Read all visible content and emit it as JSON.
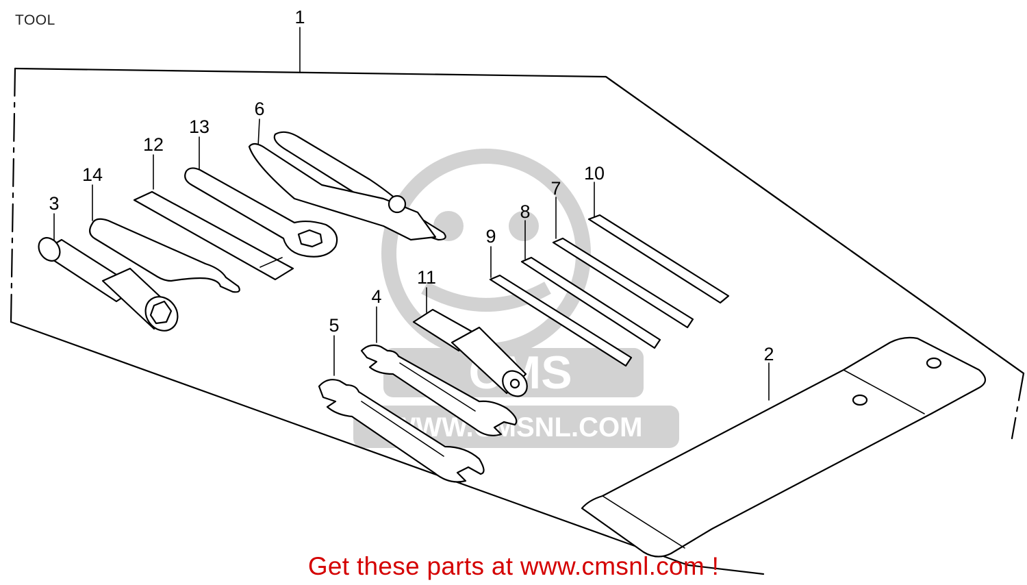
{
  "page": {
    "title": "TOOL"
  },
  "callouts": {
    "c1": "1",
    "c2": "2",
    "c3": "3",
    "c4": "4",
    "c5": "5",
    "c6": "6",
    "c7": "7",
    "c8": "8",
    "c9": "9",
    "c10": "10",
    "c11": "11",
    "c12": "12",
    "c13": "13",
    "c14": "14"
  },
  "watermark": {
    "brand": "CMS",
    "url": "WWW.CMSNL.COM"
  },
  "footer": {
    "cta_text": "Get these parts at www.cmsnl.com !"
  }
}
